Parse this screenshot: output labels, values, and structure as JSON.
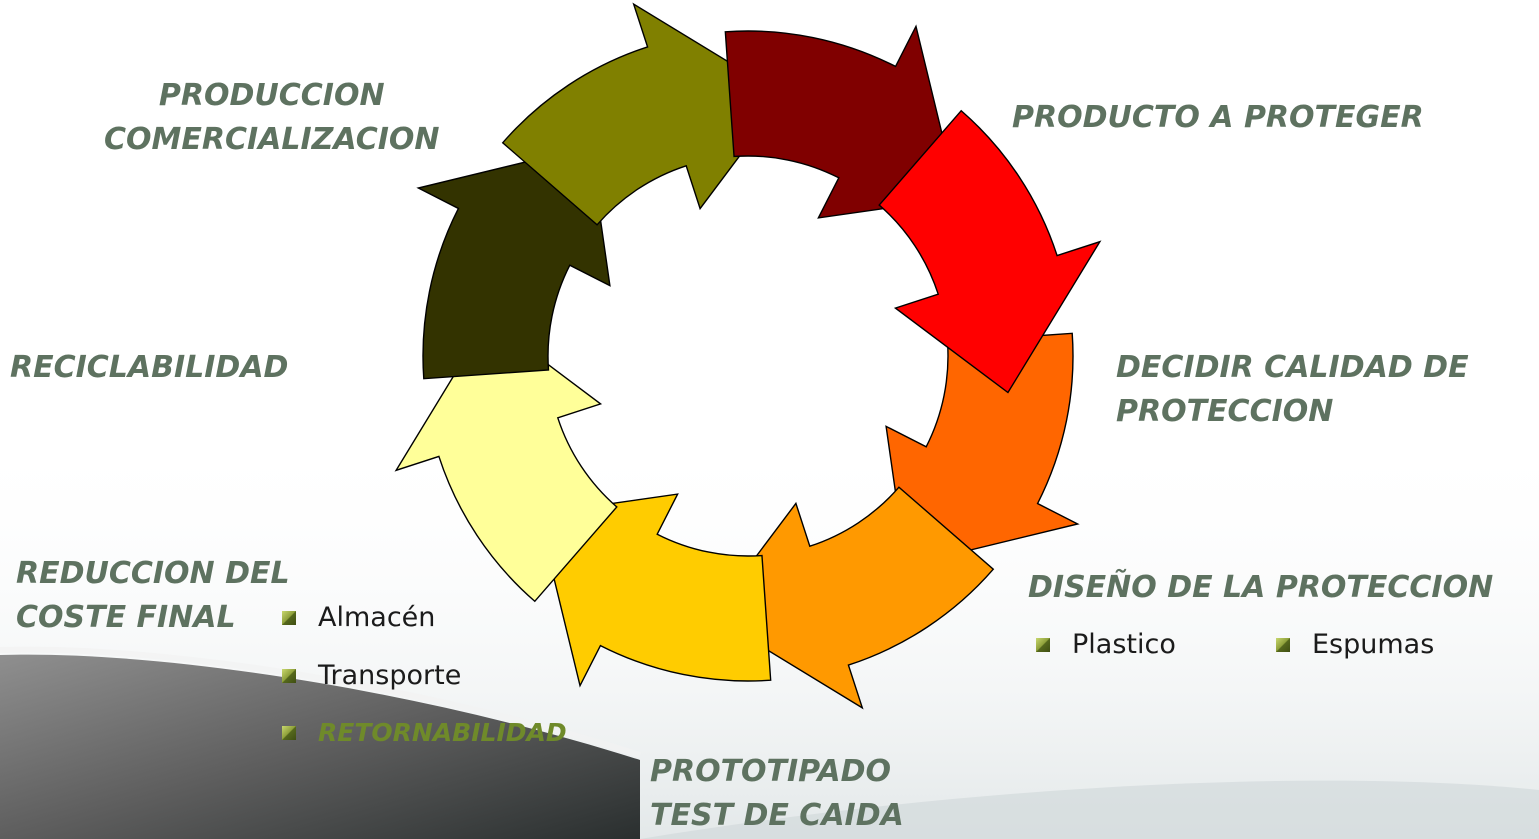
{
  "diagram": {
    "type": "cycle",
    "stages": [
      {
        "label_lines": [
          "PRODUCTO A PROTEGER"
        ],
        "color": "#ff0000"
      },
      {
        "label_lines": [
          "DECIDIR CALIDAD DE",
          "PROTECCION"
        ],
        "color": "#ff6600"
      },
      {
        "label_lines": [
          "DISEÑO DE LA PROTECCION"
        ],
        "color": "#ff9900"
      },
      {
        "label_lines": [
          "PROTOTIPADO",
          "TEST DE CAIDA"
        ],
        "color": "#ffcc00"
      },
      {
        "label_lines": [
          "REDUCCION DEL",
          "COSTE FINAL"
        ],
        "color": "#ffff99"
      },
      {
        "label_lines": [
          "RECICLABILIDAD"
        ],
        "color": "#333300"
      },
      {
        "label_lines": [
          "PRODUCCION",
          "COMERCIALIZACION"
        ],
        "color": "#808000"
      },
      {
        "color": "#800000"
      }
    ],
    "sub_items": {
      "diseno": [
        "Plastico",
        "Espumas"
      ],
      "coste": [
        "Almacén",
        "Transporte",
        "RETORNABILIDAD"
      ]
    }
  },
  "colors": {
    "label_text": "#5e7260",
    "highlight_text": "#6f8a2a",
    "arrow_outline": "#000000"
  }
}
